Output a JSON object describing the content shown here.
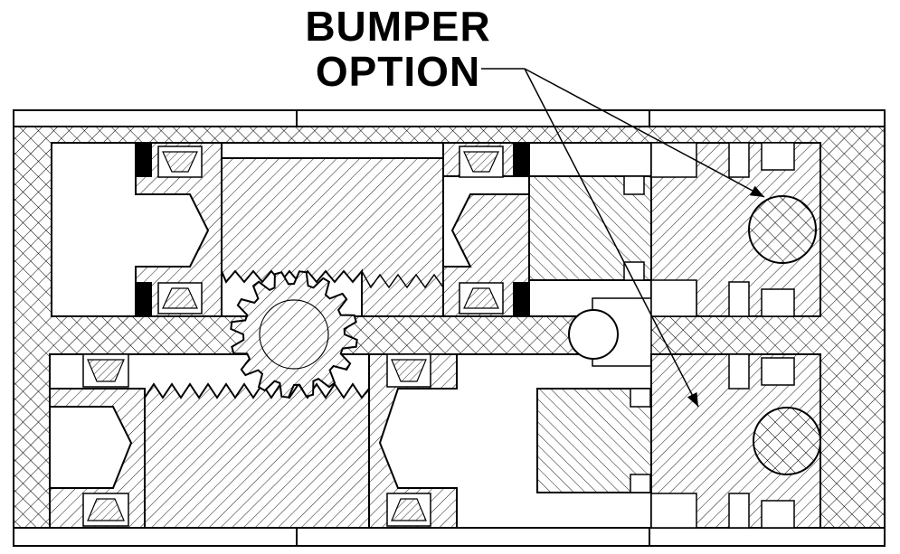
{
  "callout": {
    "line1": "BUMPER",
    "line2": "OPTION"
  },
  "colors": {
    "ink": "#000000",
    "paper": "#ffffff",
    "seal": "#000000"
  },
  "components": {
    "pinion_teeth": 16,
    "bumpers": 2
  }
}
